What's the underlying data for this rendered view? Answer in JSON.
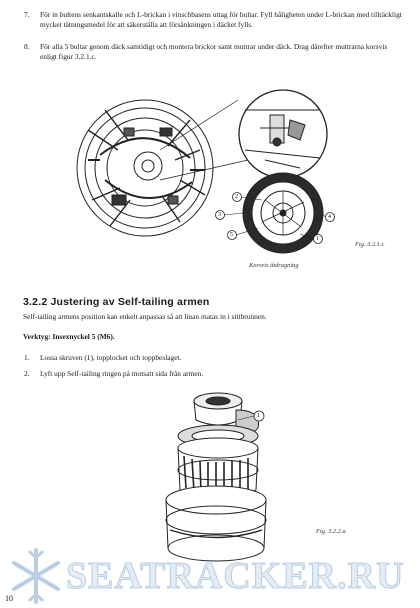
{
  "steps_top": [
    {
      "num": "7.",
      "text": "För in bultens senkantskalle och L-brickan i vinschbasens uttag för bultar. Fyll håligheten under L-brickan med tillräckligt mycket tätningsmedel för att säkerställa att försänkningen i däcket fylls."
    },
    {
      "num": "8.",
      "text": "För alla 5 bultar genom däck samtidigt och montera brickor samt muttrar under däck. Drag därefter muttrarna korsvis enligt figur 3.2.1.c."
    }
  ],
  "figure1": {
    "caption": "Fig. 3.2.1.c",
    "sub_caption": "Korsvis åtdragning",
    "callouts": [
      "1",
      "2",
      "3",
      "4",
      "5"
    ]
  },
  "section": {
    "heading": "3.2.2 Justering av Self-tailing armen",
    "intro": "Self-tailing armens position kan enkelt anpassas så att linan matas in i sittbrunnen.",
    "tool": "Verktyg: Insexnyckel 5 (M6)."
  },
  "steps_bottom": [
    {
      "num": "1.",
      "text": "Lossa skruven (1), topplocket och toppbeslaget."
    },
    {
      "num": "2.",
      "text": "Lyft upp Self-tailing ringen på motsatt sida från armen."
    }
  ],
  "figure2": {
    "caption": "Fig. 3.2.2.a",
    "callout": "1"
  },
  "watermark": "SEATRACKER.RU",
  "page_number": "10",
  "colors": {
    "ink": "#1a1a1a",
    "watermark": "#b9cde3"
  }
}
